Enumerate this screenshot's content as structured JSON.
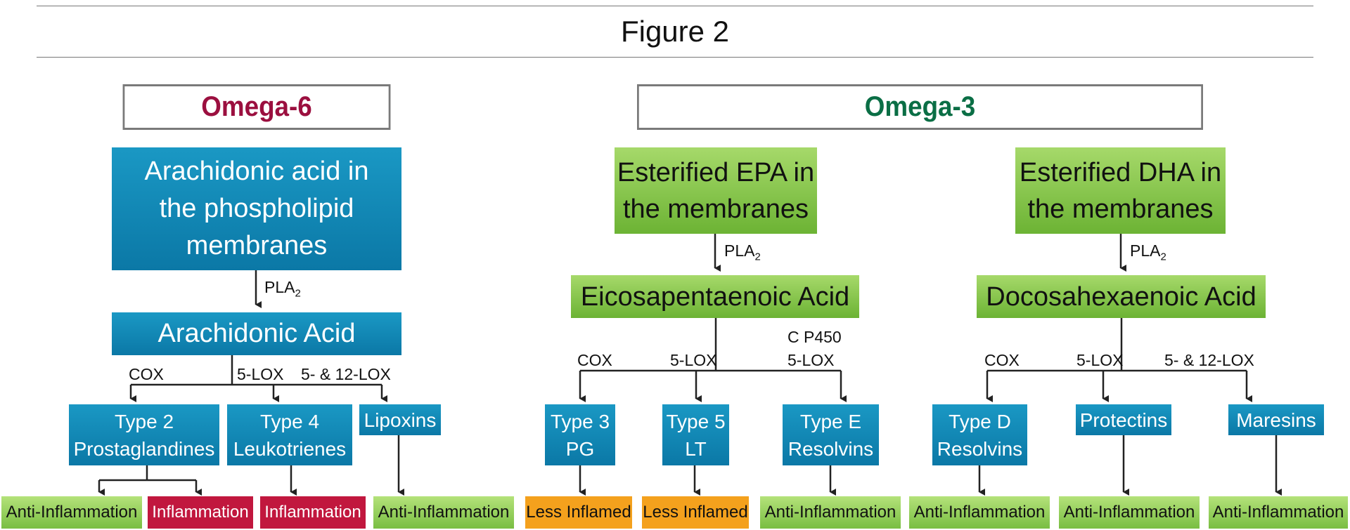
{
  "figure": {
    "title": "Figure 2"
  },
  "colors": {
    "omega6": "#9b0f3f",
    "omega3": "#0a6e45",
    "box_blue": "#1088b6",
    "box_green": "#8cc84f",
    "out_green": "#8fcf55",
    "out_red": "#c1173e",
    "out_orange": "#f4a11d"
  },
  "omega6": {
    "header": "Omega-6",
    "source": "Arachidonic acid in the phospholipid membranes",
    "pla": "PLA",
    "pla_sub": "2",
    "acid": "Arachidonic Acid",
    "enzymes": {
      "cox": "COX",
      "lox5": "5-LOX",
      "lox512": "5- & 12-LOX"
    },
    "products": {
      "p1": {
        "line1": "Type 2",
        "line2": "Prostaglandines"
      },
      "p2": {
        "line1": "Type 4",
        "line2": "Leukotrienes"
      },
      "p3": "Lipoxins"
    },
    "outcomes": [
      "Anti-Inflammation",
      "Inflammation",
      "Inflammation",
      "Anti-Inflammation"
    ]
  },
  "omega3": {
    "header": "Omega-3",
    "epa": {
      "source": {
        "line1": "Esterified EPA in",
        "line2": "the membranes"
      },
      "pla": "PLA",
      "pla_sub": "2",
      "acid": "Eicosapentaenoic Acid",
      "enzymes": {
        "cox": "COX",
        "lox5": "5-LOX",
        "cp450": "C P450",
        "lox5b": "5-LOX"
      },
      "products": {
        "p1": {
          "line1": "Type 3",
          "line2": "PG"
        },
        "p2": {
          "line1": "Type 5",
          "line2": "LT"
        },
        "p3": {
          "line1": "Type E",
          "line2": "Resolvins"
        }
      },
      "outcomes": [
        "Less Inflamed",
        "Less Inflamed",
        "Anti-Inflammation"
      ]
    },
    "dha": {
      "source": {
        "line1": "Esterified DHA in",
        "line2": "the membranes"
      },
      "pla": "PLA",
      "pla_sub": "2",
      "acid": "Docosahexaenoic Acid",
      "enzymes": {
        "cox": "COX",
        "lox5": "5-LOX",
        "lox512": "5- & 12-LOX"
      },
      "products": {
        "p1": {
          "line1": "Type D",
          "line2": "Resolvins"
        },
        "p2": "Protectins",
        "p3": "Maresins"
      },
      "outcomes": [
        "Anti-Inflammation",
        "Anti-Inflammation",
        "Anti-Inflammation"
      ]
    }
  }
}
